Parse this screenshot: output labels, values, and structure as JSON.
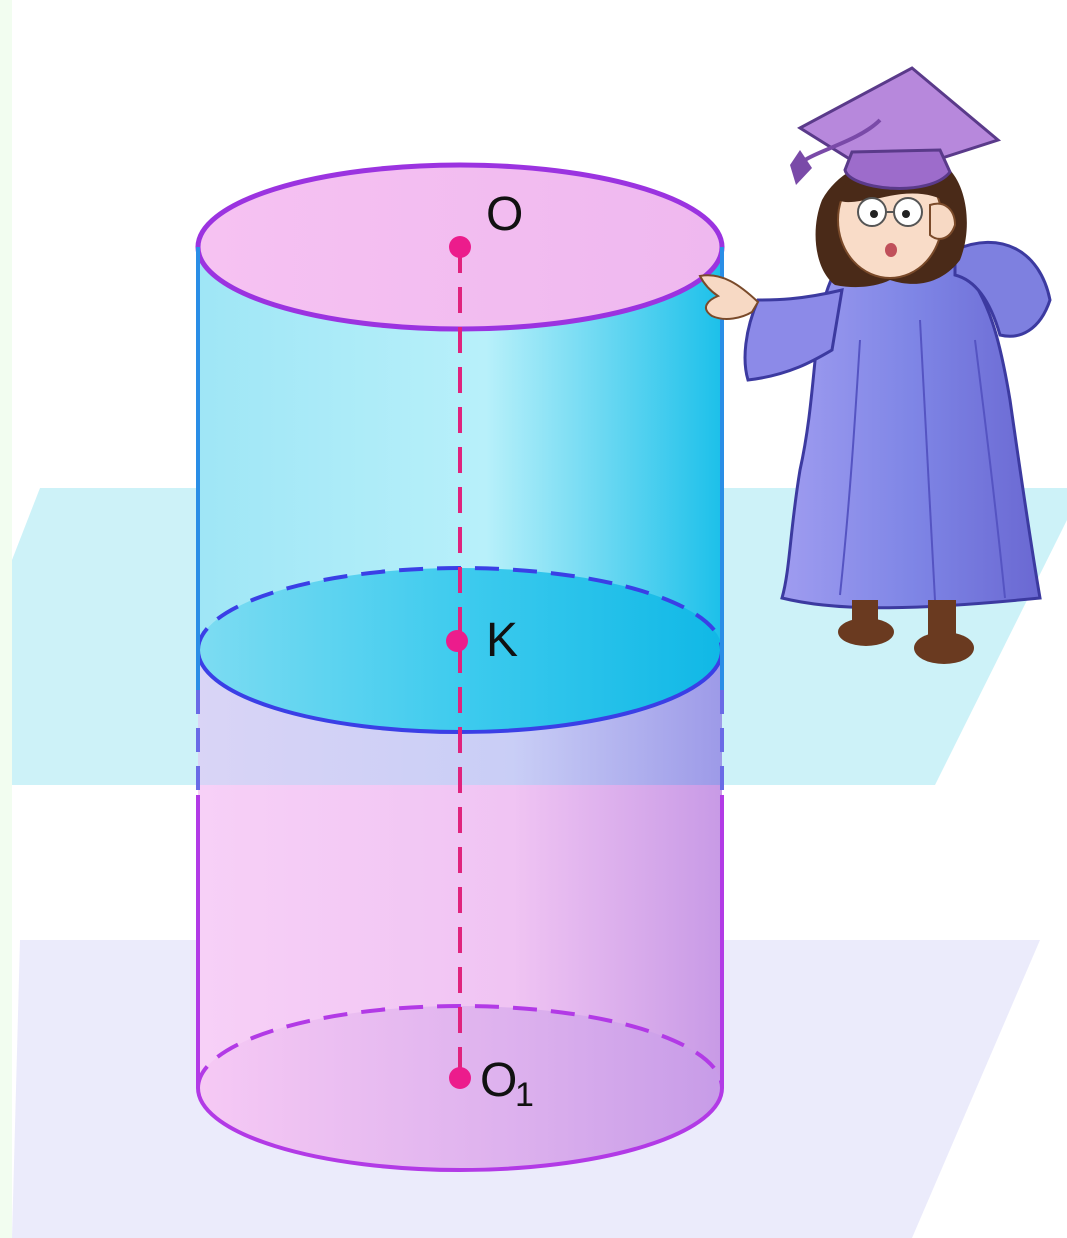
{
  "points": [
    {
      "id": "O",
      "label": "O",
      "sub": ""
    },
    {
      "id": "K",
      "label": "K",
      "sub": ""
    },
    {
      "id": "O1",
      "label": "O",
      "sub": "1"
    }
  ],
  "illustration": {
    "name": "graduate-character",
    "description_icon": "graduate-girl-icon"
  },
  "colors": {
    "background": "#f2fdf0",
    "upper_plane": "#cdf2f8",
    "lower_plane": "#e8e8fb",
    "cylinder_top": "#b7ecf8",
    "cylinder_mid": "#22c4ea",
    "cylinder_bottom": "#f3c6f3",
    "outline": "#9b33e0",
    "point": "#ec1c8c",
    "robe": "#8b8ae6",
    "cap": "#b07fd6"
  }
}
